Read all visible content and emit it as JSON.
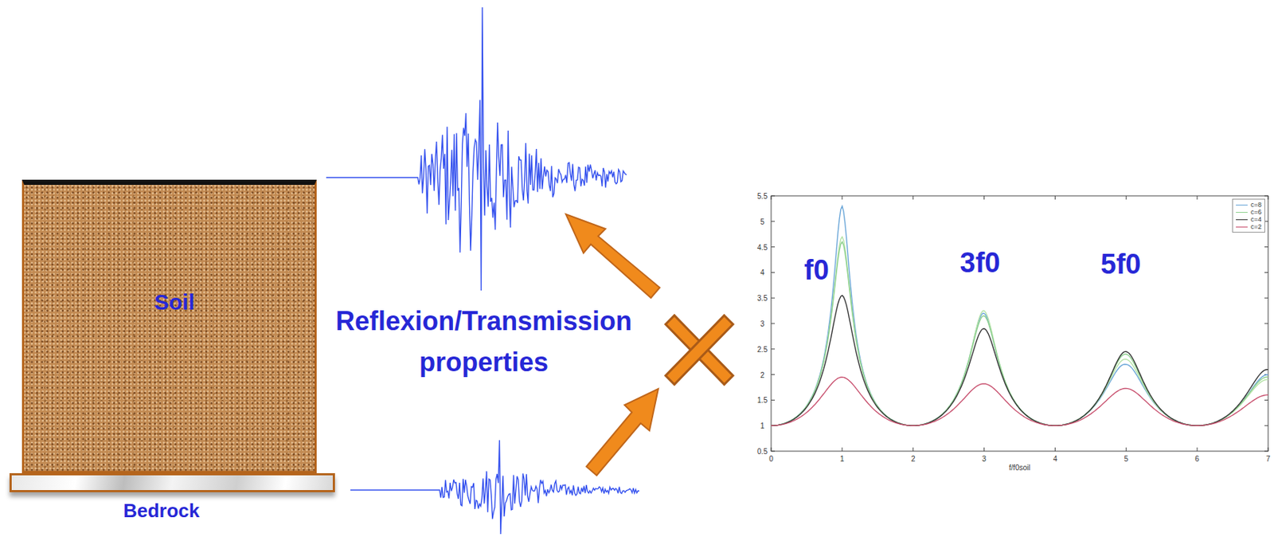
{
  "diagram": {
    "nodes": [
      {
        "text": [
          "Soil"
        ]
      },
      {
        "text": [
          "Bedrock"
        ]
      }
    ],
    "labels": [
      "Reflexion/Transmission properties",
      "f0",
      "3f0",
      "5f0",
      "0.5",
      "1",
      "1.5",
      "2",
      "2.5",
      "3",
      "3.5",
      "4",
      "4.5",
      "5",
      "5.5",
      "0",
      "1",
      "2",
      "3",
      "4",
      "5",
      "6",
      "7",
      "f/f0soil"
    ],
    "legend": [
      {
        "text": "c=8"
      },
      {
        "text": "c=6"
      },
      {
        "text": "c=4"
      },
      {
        "text": "c=2"
      }
    ]
  }
}
